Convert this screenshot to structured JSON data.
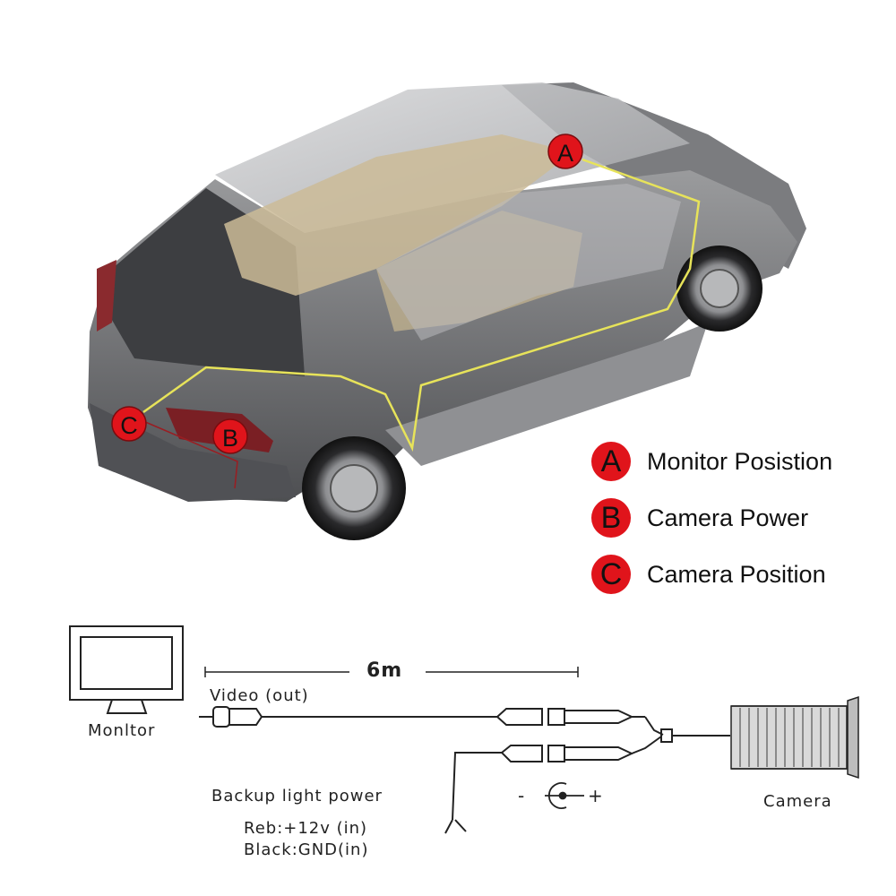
{
  "car_markers": {
    "a": "A",
    "b": "B",
    "c": "C"
  },
  "legend": {
    "items": [
      {
        "badge": "A",
        "label": "Monitor Posistion"
      },
      {
        "badge": "B",
        "label": "Camera Power"
      },
      {
        "badge": "C",
        "label": "Camera Position"
      }
    ]
  },
  "wiring": {
    "monitor_label": "Monltor",
    "length_label": "6m",
    "video_label": "Video (out)",
    "power_title": "Backup light power",
    "red_wire": "Reb:+12v (in)",
    "black_wire": "Black:GND(in)",
    "polarity_minus": "-",
    "polarity_plus": "+",
    "camera_label": "Camera"
  },
  "colors": {
    "marker_red": "#e0141b",
    "harness_yellow": "#e7e35a",
    "car_body": "#6c6d6f"
  }
}
